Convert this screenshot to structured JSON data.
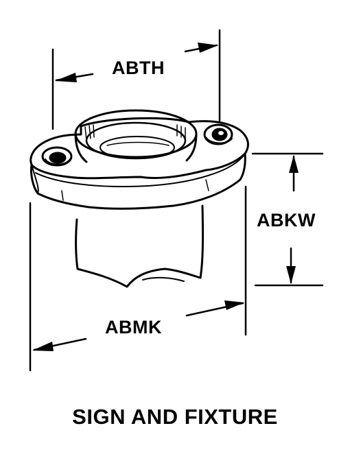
{
  "dimensions": {
    "top_width": "ABTH",
    "flange_height": "ABKW",
    "overall_width": "ABMK"
  },
  "caption": "SIGN AND FIXTURE",
  "colors": {
    "ink": "#000000",
    "paper": "#ffffff"
  }
}
